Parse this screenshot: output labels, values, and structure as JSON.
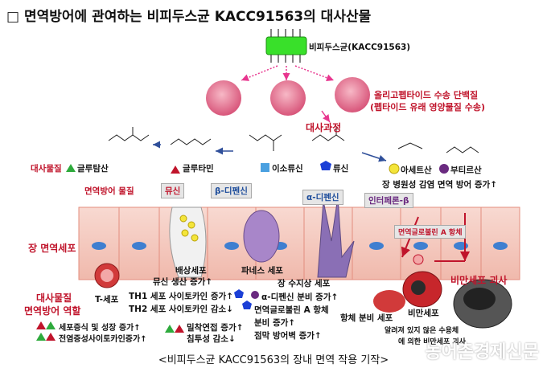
{
  "title": "□ 면역방어에 관여하는 비피두스균 KACC91563의 대사산물",
  "bacterium": "비피두스균(KACC91563)",
  "oligopeptide": [
    "올리고펩타이드 수송 단백질",
    "(펩타이드 유래 영양물질 수송)"
  ],
  "metabolic_process": "대사과정",
  "metabolite_label": "대사물질",
  "immune_material_label": "면역방어 물질",
  "metabolites": {
    "glutamate": "글루탐산",
    "glutamine": "글루타민",
    "isoleucine": "이소류신",
    "leucine": "류신",
    "acetic": "아세트산",
    "butyric": "부티르산"
  },
  "immune": {
    "mucin": "뮤신",
    "beta_defensin": "β-디펜신",
    "alpha_defensin": "α-디펜신",
    "interferon": "인터페론-β",
    "antibody": "면역글로불린 A 항체",
    "pathogen": "장 병원성 감염 면역 방어 증가↑"
  },
  "intestinal_cell": "장 면역세포",
  "cells": {
    "goblet": "배상세포",
    "paneth": "파네스 세포",
    "dendritic": "장 수지상 세포",
    "tcell": "T-세포",
    "plasma": "항체 분비 세포",
    "mast": "비만세포",
    "mast_destroy": "비만세포 괴사"
  },
  "effects": {
    "mucin_prod": "뮤신 생산 증가↑",
    "th1": "TH1 세포 사이토카인 증가↑",
    "th2": "TH2 세포 사이토카인 감소↓",
    "alpha_up": "α-디펜신 분비 증가↑",
    "iga": "면역글로불린 A 항체",
    "iga_up": "분비 증가↑",
    "mucosa": "점막 방어벽 증가↑",
    "tight": "밀착연접 증가↑",
    "perm": "침투성 감소↓",
    "unknown": "알려져 있지 않은 수용체",
    "mast_via": "에 의한 비만세포 괴사"
  },
  "left_panel": {
    "title1": "대사물질",
    "title2": "면역방어 역할",
    "item1": "세포증식 및 성장 증가↑",
    "item2": "전염증성사이토카인증가↑"
  },
  "caption": "<비피두스균 KACC91563의 장내 면역 작용 기작>",
  "watermark": "농어촌경제신문",
  "colors": {
    "accent_red": "#c0142b",
    "cell": "#f6cfc6",
    "cell_border": "#e38d7e",
    "nucleus": "#3f7fd0",
    "arrow_blue": "#2f4f9a",
    "bacterium": "#39e02a"
  }
}
